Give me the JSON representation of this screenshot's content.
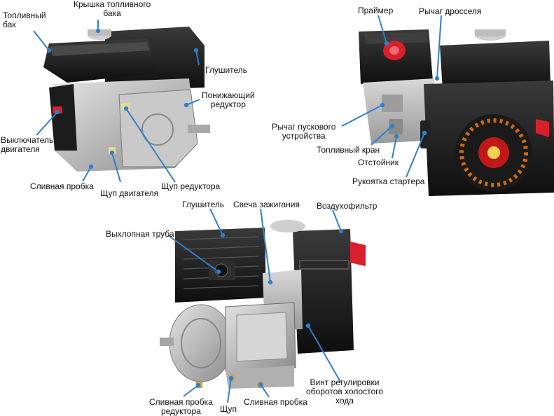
{
  "colors": {
    "leader": "#2f7fd0",
    "engine_black": "#141414",
    "metal": "#b8b8b8",
    "red": "#d8202c"
  },
  "views": {
    "left": {
      "fuel_tank": "Топливный\nбак",
      "tank_cap": "Крышка топливного\nбака",
      "muffler": "Глушитель",
      "reducer": "Понижающий\nредуктор",
      "kill_switch": "Выключатель\nдвигателя",
      "drain_plug": "Сливная пробка",
      "engine_dipstick": "Щуп двигателя",
      "reducer_dipstick": "Щуп редуктора"
    },
    "right": {
      "primer": "Праймер",
      "throttle": "Рычаг дросселя",
      "starter_lever": "Рычаг пускового\nустройства",
      "fuel_valve": "Топливный кран",
      "sump": "Отстойник",
      "starter_handle": "Рукоятка стартера"
    },
    "bottom": {
      "muffler": "Глушитель",
      "spark_plug": "Свеча зажигания",
      "air_filter": "Воздухофильтр",
      "exhaust_pipe": "Выхлопная труба",
      "idle_screw": "Винт регулировки\nоборотов холостого\nхода",
      "reducer_drain": "Сливная пробка\nредуктора",
      "dipstick": "Щуп",
      "drain_plug": "Сливная пробка"
    }
  }
}
